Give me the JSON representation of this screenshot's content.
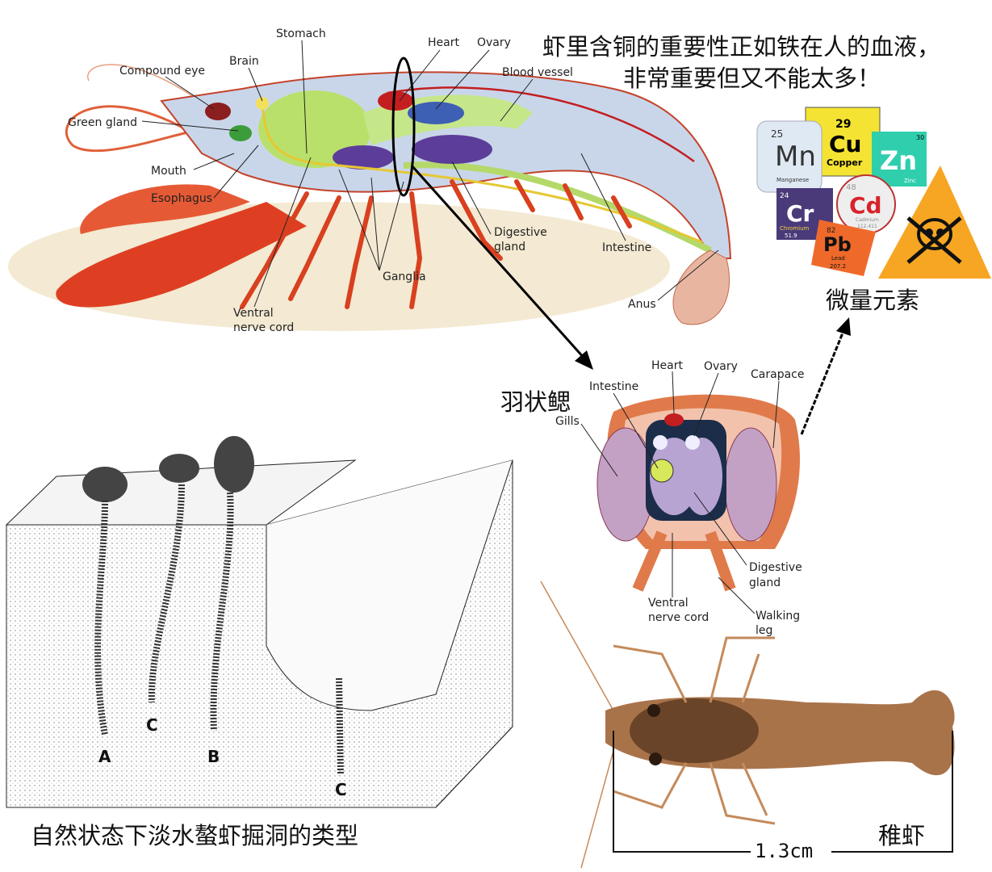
{
  "headline": {
    "line1": "虾里含铜的重要性正如铁在人的血液，",
    "line2": "非常重要但又不能太多！"
  },
  "anatomy_labels": {
    "stomach": "Stomach",
    "brain": "Brain",
    "compound_eye": "Compound eye",
    "green_gland": "Green gland",
    "mouth": "Mouth",
    "esophagus": "Esophagus",
    "heart": "Heart",
    "ovary": "Ovary",
    "blood_vessel": "Blood vessel",
    "digestive_gland_1": "Digestive",
    "digestive_gland_2": "gland",
    "intestine": "Intestine",
    "ganglia": "Ganglia",
    "ventral_1": "Ventral",
    "ventral_2": "nerve cord",
    "anus": "Anus"
  },
  "cross_section_labels": {
    "heart": "Heart",
    "ovary": "Ovary",
    "carapace": "Carapace",
    "intestine": "Intestine",
    "gills": "Gills",
    "gills_zh": "羽状鳃",
    "digestive_1": "Digestive",
    "digestive_2": "gland",
    "ventral_1": "Ventral",
    "ventral_2": "nerve cord",
    "walking_1": "Walking",
    "walking_2": "leg"
  },
  "elements": {
    "caption": "微量元素",
    "items": [
      {
        "number": "25",
        "symbol": "Mn",
        "name": "Manganese",
        "color": "#dfe9f3"
      },
      {
        "number": "29",
        "symbol": "Cu",
        "name": "Copper",
        "color": "#f4e332"
      },
      {
        "number": "30",
        "symbol": "Zn",
        "name": "Zinc",
        "color": "#2fcfae"
      },
      {
        "number": "24",
        "symbol": "Cr",
        "name": "Chromium",
        "mass": "51.9",
        "color": "#4a3a7a"
      },
      {
        "number": "48",
        "symbol": "Cd",
        "name": "Cadmium",
        "mass": "112.411",
        "color": "#eeeeee"
      },
      {
        "number": "82",
        "symbol": "Pb",
        "name": "Lead",
        "mass": "207.2",
        "color": "#ef6a2a"
      }
    ],
    "hazard_icon": "skull-crossbones-icon",
    "hazard_color": "#f6a623"
  },
  "burrow": {
    "caption": "自然状态下淡水螯虾掘洞的类型",
    "labels": [
      "A",
      "C",
      "B",
      "C"
    ]
  },
  "photo": {
    "scale_label": "1.3cm",
    "caption": "稚虾"
  }
}
